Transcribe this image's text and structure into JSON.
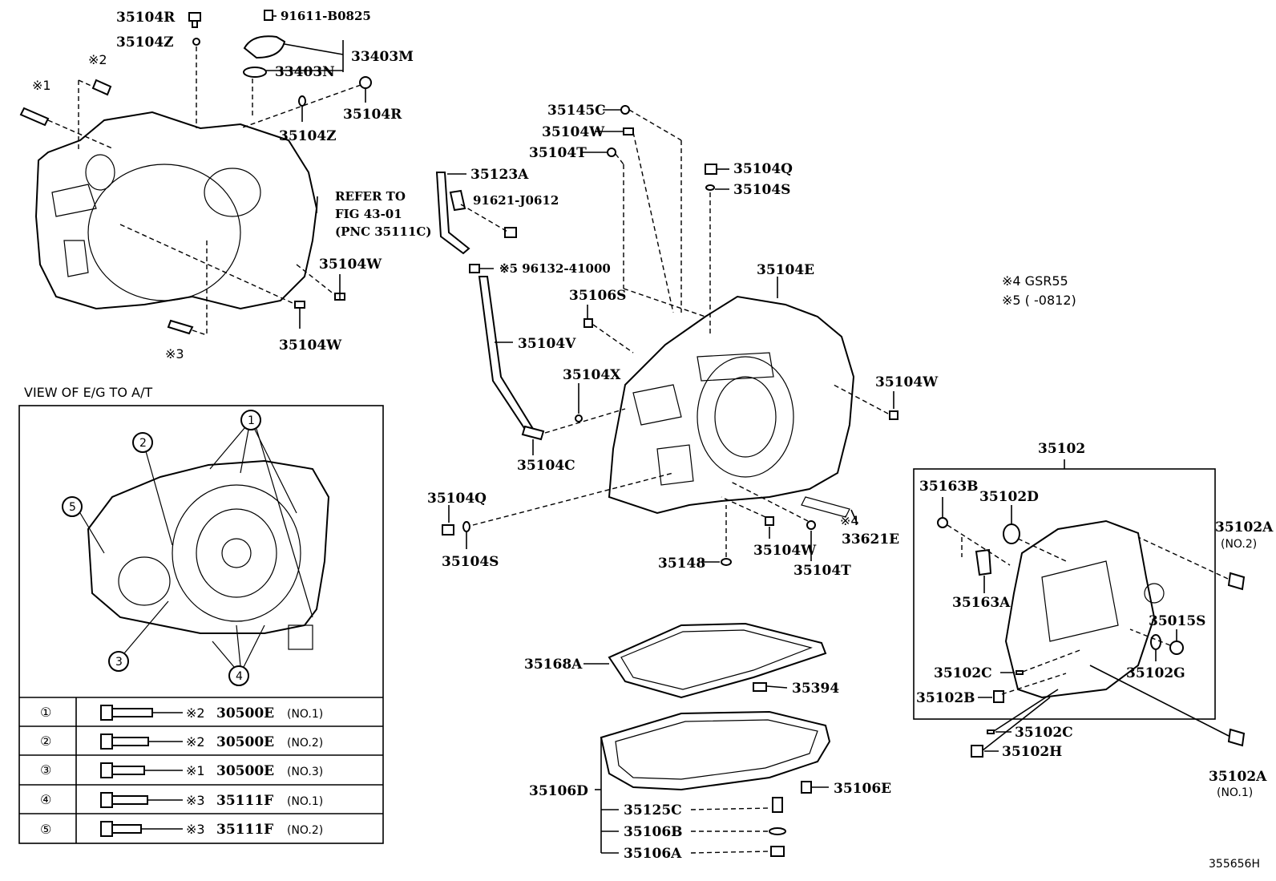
{
  "labels": {
    "p35104R_top": "35104R",
    "p35104Z_top": "35104Z",
    "p91611": "91611-B0825",
    "p33403M": "33403M",
    "p33403N": "33403N",
    "p35104R_mid": "35104R",
    "p35104Z_mid": "35104Z",
    "note_x2": "※2",
    "note_x1": "※1",
    "note_x3": "※3",
    "refer_1": "REFER TO",
    "refer_2": "FIG 43-01",
    "refer_3": "(PNC 35111C)",
    "p35104W_a": "35104W",
    "p35104W_b": "35104W",
    "p35145C": "35145C",
    "p35104W_c": "35104W",
    "p35104T_top": "35104T",
    "p35123A": "35123A",
    "p91621": "91621-J0612",
    "p96132": "※5 96132-41000",
    "p35104Q_top": "35104Q",
    "p35104S_top": "35104S",
    "p35104E": "35104E",
    "p35106S": "35106S",
    "p35104V": "35104V",
    "p35104X": "35104X",
    "p35104C": "35104C",
    "p35104W_right": "35104W",
    "legend_x4": "※4  GSR55",
    "legend_x5": "※5 (      -0812)",
    "p35104Q_low": "35104Q",
    "p35104S_low": "35104S",
    "p35148": "35148",
    "p35104W_low": "35104W",
    "p35104T_low": "35104T",
    "p33621E_note": "※4",
    "p33621E": "33621E",
    "p35102": "35102",
    "p35163B": "35163B",
    "p35102D": "35102D",
    "p35163A": "35163A",
    "p35015S": "35015S",
    "p35102G": "35102G",
    "p35102C_a": "35102C",
    "p35102B": "35102B",
    "p35102C_b": "35102C",
    "p35102H": "35102H",
    "p35102A_top": "35102A",
    "p35102A_top_no": "(NO.2)",
    "p35102A_bot": "35102A",
    "p35102A_bot_no": "(NO.1)",
    "p35168A": "35168A",
    "p35394": "35394",
    "p35106D": "35106D",
    "p35106E": "35106E",
    "p35125C": "35125C",
    "p35106B": "35106B",
    "p35106A": "35106A",
    "view_title": "VIEW OF E/G TO A/T",
    "figure_id": "355656H"
  },
  "callouts": {
    "c1": "1",
    "c2": "2",
    "c3": "3",
    "c4": "4",
    "c5": "5"
  },
  "bolt_table": [
    {
      "mark": "①",
      "note": "※2",
      "part": "30500E",
      "no": "(NO.1)"
    },
    {
      "mark": "②",
      "note": "※2",
      "part": "30500E",
      "no": "(NO.2)"
    },
    {
      "mark": "③",
      "note": "※1",
      "part": "30500E",
      "no": "(NO.3)"
    },
    {
      "mark": "④",
      "note": "※3",
      "part": "35111F",
      "no": "(NO.1)"
    },
    {
      "mark": "⑤",
      "note": "※3",
      "part": "35111F",
      "no": "(NO.2)"
    }
  ]
}
